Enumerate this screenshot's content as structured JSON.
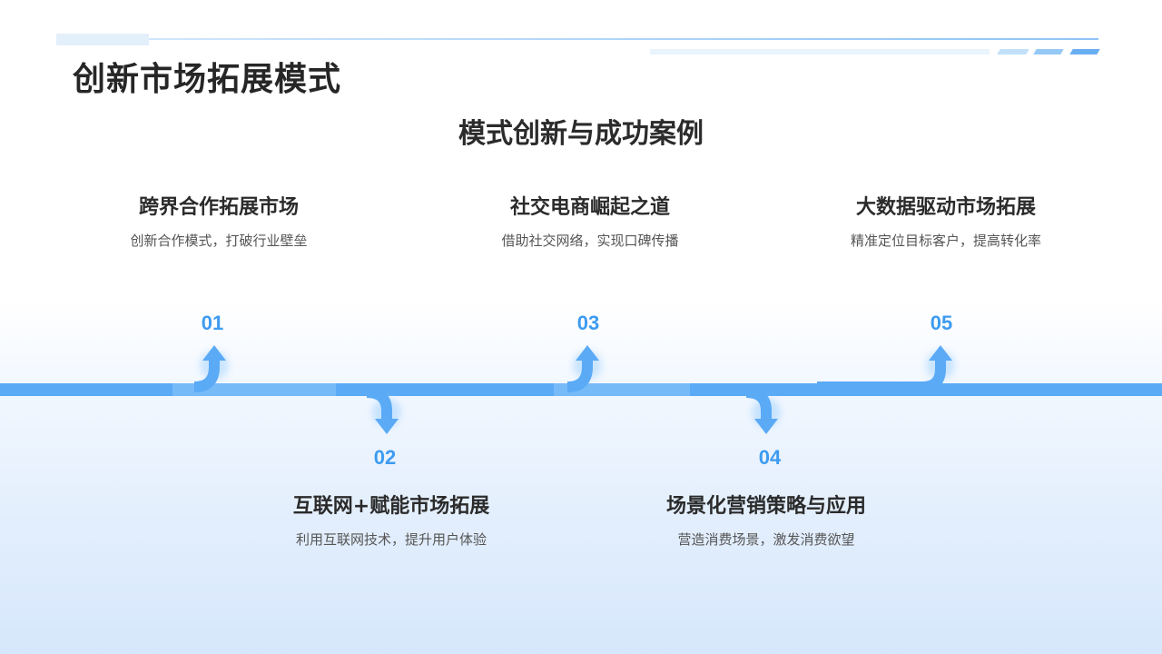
{
  "title": "创新市场拓展模式",
  "subtitle": "模式创新与成功案例",
  "colors": {
    "accent": "#5aaaf6",
    "number": "#3d9bf0",
    "heading": "#2b2b2b",
    "text": "#555555"
  },
  "steps": [
    {
      "number": "01",
      "heading": "跨界合作拓展市场",
      "desc": "创新合作模式，打破行业壁垒",
      "arrow": "up-arrow-icon"
    },
    {
      "number": "02",
      "heading": "互联网+赋能市场拓展",
      "desc": "利用互联网技术，提升用户体验",
      "arrow": "down-arrow-icon"
    },
    {
      "number": "03",
      "heading": "社交电商崛起之道",
      "desc": "借助社交网络，实现口碑传播",
      "arrow": "up-arrow-icon"
    },
    {
      "number": "04",
      "heading": "场景化营销策略与应用",
      "desc": "营造消费场景，激发消费欲望",
      "arrow": "down-arrow-icon"
    },
    {
      "number": "05",
      "heading": "大数据驱动市场拓展",
      "desc": "精准定位目标客户，提高转化率",
      "arrow": "up-arrow-icon"
    }
  ]
}
